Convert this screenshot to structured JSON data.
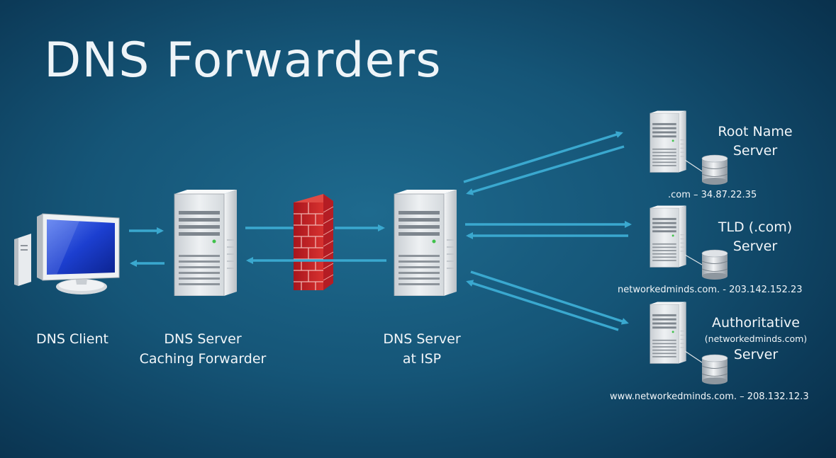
{
  "title": "DNS Forwarders",
  "nodes": {
    "client": {
      "label": "DNS Client"
    },
    "caching": {
      "line1": "DNS Server",
      "line2": "Caching Forwarder"
    },
    "isp": {
      "line1": "DNS Server",
      "line2": "at ISP"
    },
    "root": {
      "line1": "Root Name",
      "line2": "Server",
      "address": ".com – 34.87.22.35"
    },
    "tld": {
      "line1": "TLD (.com)",
      "line2": "Server",
      "address": "networkedminds.com. - 203.142.152.23"
    },
    "auth": {
      "line1": "Authoritative",
      "line2": "(networkedminds.com)",
      "line3": "Server",
      "address": "www.networkedminds.com. – 208.132.12.3"
    }
  },
  "colors": {
    "arrow": "#3aa8cf",
    "firewall_brick": "#c8232c",
    "server_body": "#e6e9ec",
    "monitor_screen": "#1c3fd0"
  },
  "icons": [
    "monitor-icon",
    "server-icon",
    "firewall-icon",
    "database-icon",
    "arrow-icon"
  ]
}
